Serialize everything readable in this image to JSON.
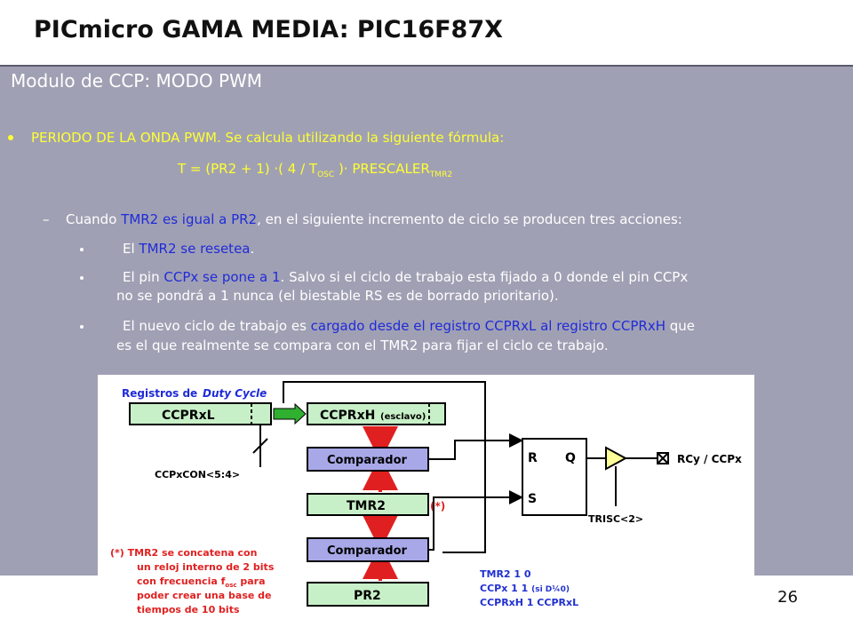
{
  "slide": {
    "title": "PICmicro GAMA MEDIA: PIC16F87X",
    "subtitle": "Modulo de CCP: MODO PWM",
    "bullet1": "PERIODO DE LA ONDA PWM. Se calcula utilizando la siguiente fórmula:",
    "formula": {
      "part1": "T = (PR2 + 1) ·( 4 / T",
      "sub1": "OSC",
      "part2": " )· PRESCALER",
      "sub2": "TMR2"
    },
    "sub_item": {
      "prefix": "–",
      "t1": "Cuando ",
      "t2": "TMR2 es igual a PR2",
      "t3": ", en el siguiente incremento de ciclo se producen tres acciones:"
    },
    "actions": [
      {
        "t1": "El ",
        "t2": "TMR2 se resetea",
        "t3": "."
      },
      {
        "t1": "El pin ",
        "t2": "CCPx se pone a 1",
        "t3": ". Salvo si el ciclo de trabajo esta fijado a 0 donde el pin CCPx",
        "t4": "no se pondrá a 1 nunca (el biestable RS es de borrado prioritario)."
      },
      {
        "t1": "El nuevo ciclo de trabajo es ",
        "t2": "cargado desde el registro CCPRxL al registro CCPRxH",
        "t3": " que",
        "t4": "es el que realmente se compara con el TMR2 para fijar el ciclo ce trabajo."
      }
    ],
    "page_number": "26"
  },
  "diagram": {
    "label_registros": "Registros de",
    "label_duty": "Duty Cycle",
    "ccprxl": "CCPRxL",
    "ccprxh": "CCPRxH",
    "esclavo": "(esclavo)",
    "ccpxcon": "CCPxCON<5:4>",
    "comparador1": "Comparador",
    "tmr2": "TMR2",
    "asterisk": "(*)",
    "comparador2": "Comparador",
    "pr2": "PR2",
    "r": "R",
    "s": "S",
    "q": "Q",
    "output": "RCy / CCPx",
    "trisc": "TRISC<2>",
    "note1": "(*) TMR2 se concatena con",
    "note2": "un reloj interno de 2 bits",
    "note3": "con frecuencia f",
    "note3_sub": "osc",
    "note3_end": " para",
    "note4": "poder crear una base de",
    "note5": "tiempos de 10 bits",
    "legend1": "TMR2  1  0",
    "legend2_a": "CCPx  1  1 ",
    "legend2_b": "(si D¼0)",
    "legend3": "CCPRxH  1  CCPRxL",
    "colors": {
      "box_green": "#c8f0c8",
      "box_purple": "#a8a8e8",
      "arrow_red": "#e02020",
      "arrow_green": "#30b030",
      "note_red": "#e02020",
      "legend_blue": "#2030d0"
    }
  }
}
